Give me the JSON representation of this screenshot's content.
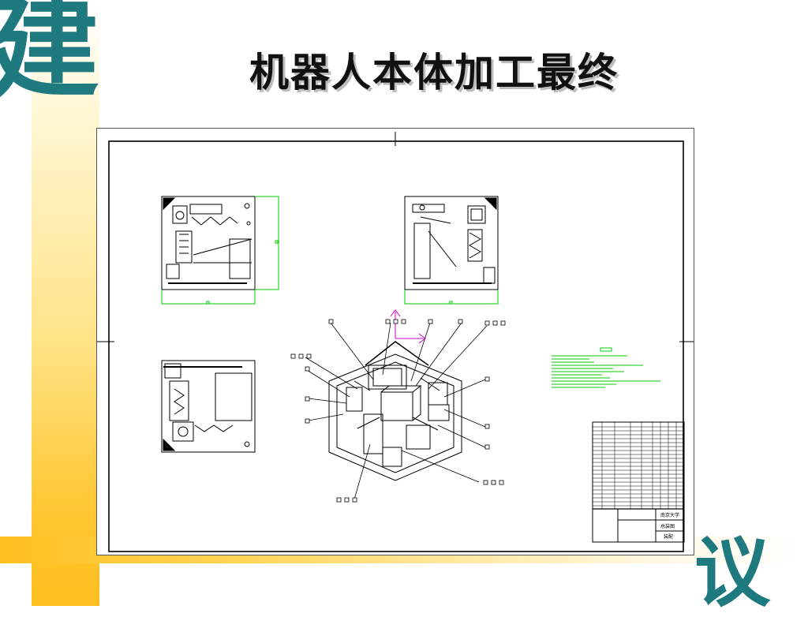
{
  "slide": {
    "title": "机器人本体加工最终",
    "corner_top_glyph": "建",
    "corner_bottom_glyph": "议"
  },
  "drawing": {
    "title_block": {
      "org": "南京大学",
      "name": "总装图",
      "code": "装配"
    }
  },
  "colors": {
    "accent_teal": "#1f7a80",
    "bar_yellow": "#ffc630",
    "dimension_green": "#00cc00",
    "axis_magenta": "#cc00cc"
  }
}
